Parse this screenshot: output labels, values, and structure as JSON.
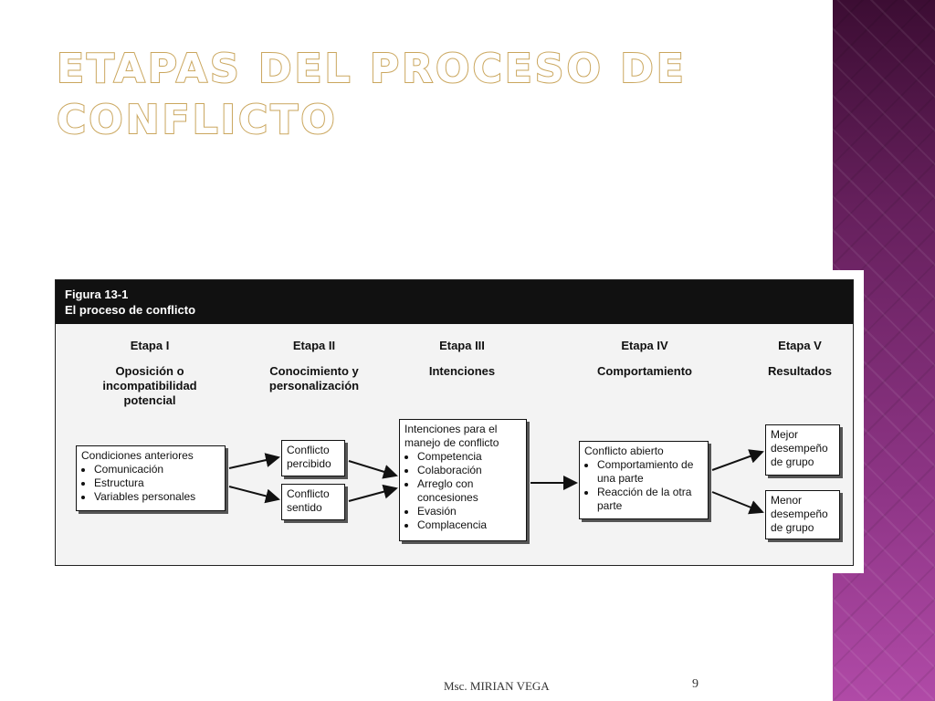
{
  "slide": {
    "title_line1": "Etapas del proceso de",
    "title_line2": "conflicto",
    "footer": "Msc. MIRIAN VEGA",
    "page": "9"
  },
  "figure": {
    "number": "Figura 13-1",
    "caption": "El proceso de conflicto",
    "stages": [
      {
        "label": "Etapa I",
        "name": "Oposición o incompatibilidad potencial"
      },
      {
        "label": "Etapa II",
        "name": "Conocimiento y personalización"
      },
      {
        "label": "Etapa III",
        "name": "Intenciones"
      },
      {
        "label": "Etapa IV",
        "name": "Comportamiento"
      },
      {
        "label": "Etapa V",
        "name": "Resultados"
      }
    ],
    "antecedents": {
      "title": "Condiciones anteriores",
      "items": [
        "Comunicación",
        "Estructura",
        "Variables personales"
      ]
    },
    "perceived": "Conflicto percibido",
    "felt": "Conflicto sentido",
    "intentions": {
      "title": "Intenciones para el manejo de conflicto",
      "items": [
        "Competencia",
        "Colaboración",
        "Arreglo con concesiones",
        "Evasión",
        "Complacencia"
      ]
    },
    "behavior": {
      "title": "Conflicto abierto",
      "items": [
        "Comportamiento de una parte",
        "Reacción de la otra parte"
      ]
    },
    "better": "Mejor desempeño de grupo",
    "worse": "Menor desempeño de grupo"
  }
}
